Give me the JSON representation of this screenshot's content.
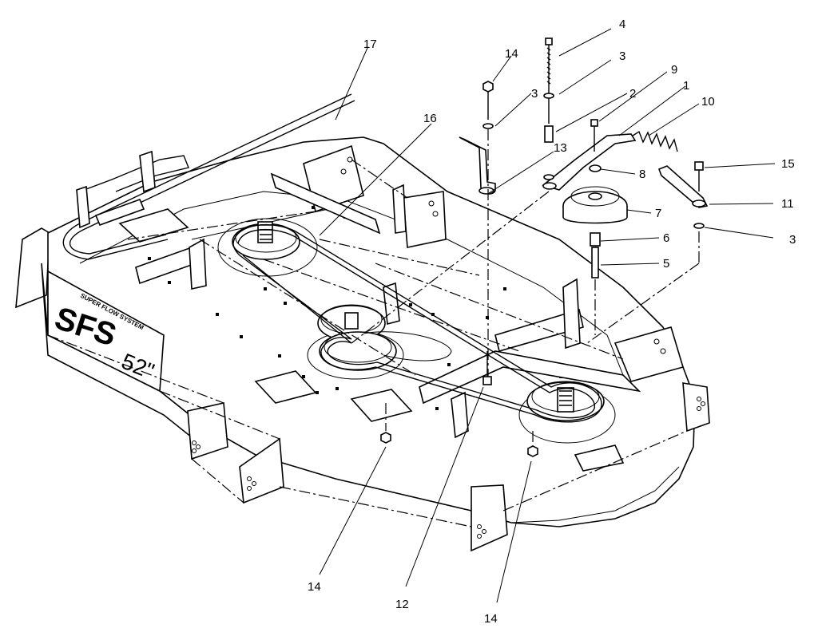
{
  "deck_decal": {
    "model": "SFS",
    "brand": "SUPER FLOW SYSTEM",
    "size": "52\""
  },
  "callouts": [
    {
      "id": "c1",
      "label": "1"
    },
    {
      "id": "c2",
      "label": "2"
    },
    {
      "id": "c3a",
      "label": "3"
    },
    {
      "id": "c3b",
      "label": "3"
    },
    {
      "id": "c3c",
      "label": "3"
    },
    {
      "id": "c4",
      "label": "4"
    },
    {
      "id": "c5",
      "label": "5"
    },
    {
      "id": "c6",
      "label": "6"
    },
    {
      "id": "c7",
      "label": "7"
    },
    {
      "id": "c8",
      "label": "8"
    },
    {
      "id": "c9",
      "label": "9"
    },
    {
      "id": "c10",
      "label": "10"
    },
    {
      "id": "c11",
      "label": "11"
    },
    {
      "id": "c12",
      "label": "12"
    },
    {
      "id": "c13",
      "label": "13"
    },
    {
      "id": "c14a",
      "label": "14"
    },
    {
      "id": "c14b",
      "label": "14"
    },
    {
      "id": "c14c",
      "label": "14"
    },
    {
      "id": "c15",
      "label": "15"
    },
    {
      "id": "c16",
      "label": "16"
    },
    {
      "id": "c17",
      "label": "17"
    }
  ]
}
